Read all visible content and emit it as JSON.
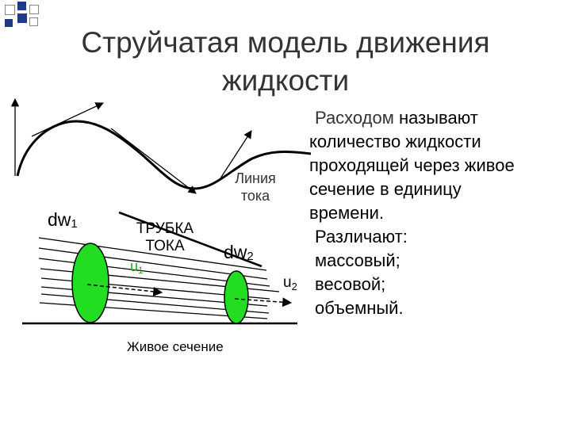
{
  "slide": {
    "title_line1": "Струйчатая модель движения",
    "title_line2": "жидкости"
  },
  "diagram": {
    "label_dw1": "dw",
    "label_dw1_sub": "1",
    "label_tube_line1": "ТРУБКА",
    "label_tube_line2": "ТОКА",
    "label_u1": "u",
    "label_u1_sub": "1",
    "label_dw2": "dw",
    "label_dw2_sub": "2",
    "label_u2": "u",
    "label_u2_sub": "2",
    "label_streamline_line1": "Линия",
    "label_streamline_line2": "тока",
    "label_cross_section": "Живое сечение",
    "colors": {
      "section_fill": "#22dd22",
      "line": "#000000",
      "deco_blue": "#1f3b86",
      "title": "#333333"
    }
  },
  "text": {
    "keyword": "Расходом",
    "line1_rest": " называют",
    "line2": "количество жидкости",
    "line3": "проходящей через живое",
    "line4": "сечение в единицу",
    "line5": "времени.",
    "line6": "Различают:",
    "item1": "массовый;",
    "item2": "весовой;",
    "item3": "объемный."
  }
}
